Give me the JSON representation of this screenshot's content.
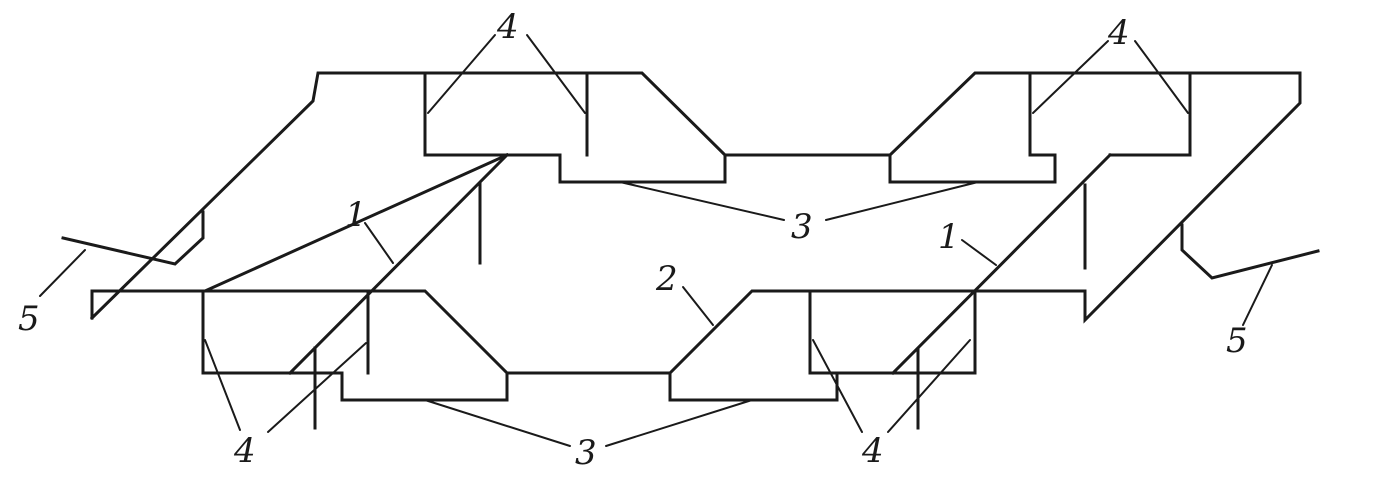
{
  "colors": {
    "stroke": "#1a1a1a",
    "background": "#ffffff"
  },
  "callouts": {
    "c1_left": "1",
    "c1_right": "1",
    "c2": "2",
    "c3_top": "3",
    "c3_bottom": "3",
    "c4_top_left": "4",
    "c4_top_right": "4",
    "c4_bottom_left": "4",
    "c4_bottom_right": "4",
    "c5_left": "5",
    "c5_right": "5"
  }
}
